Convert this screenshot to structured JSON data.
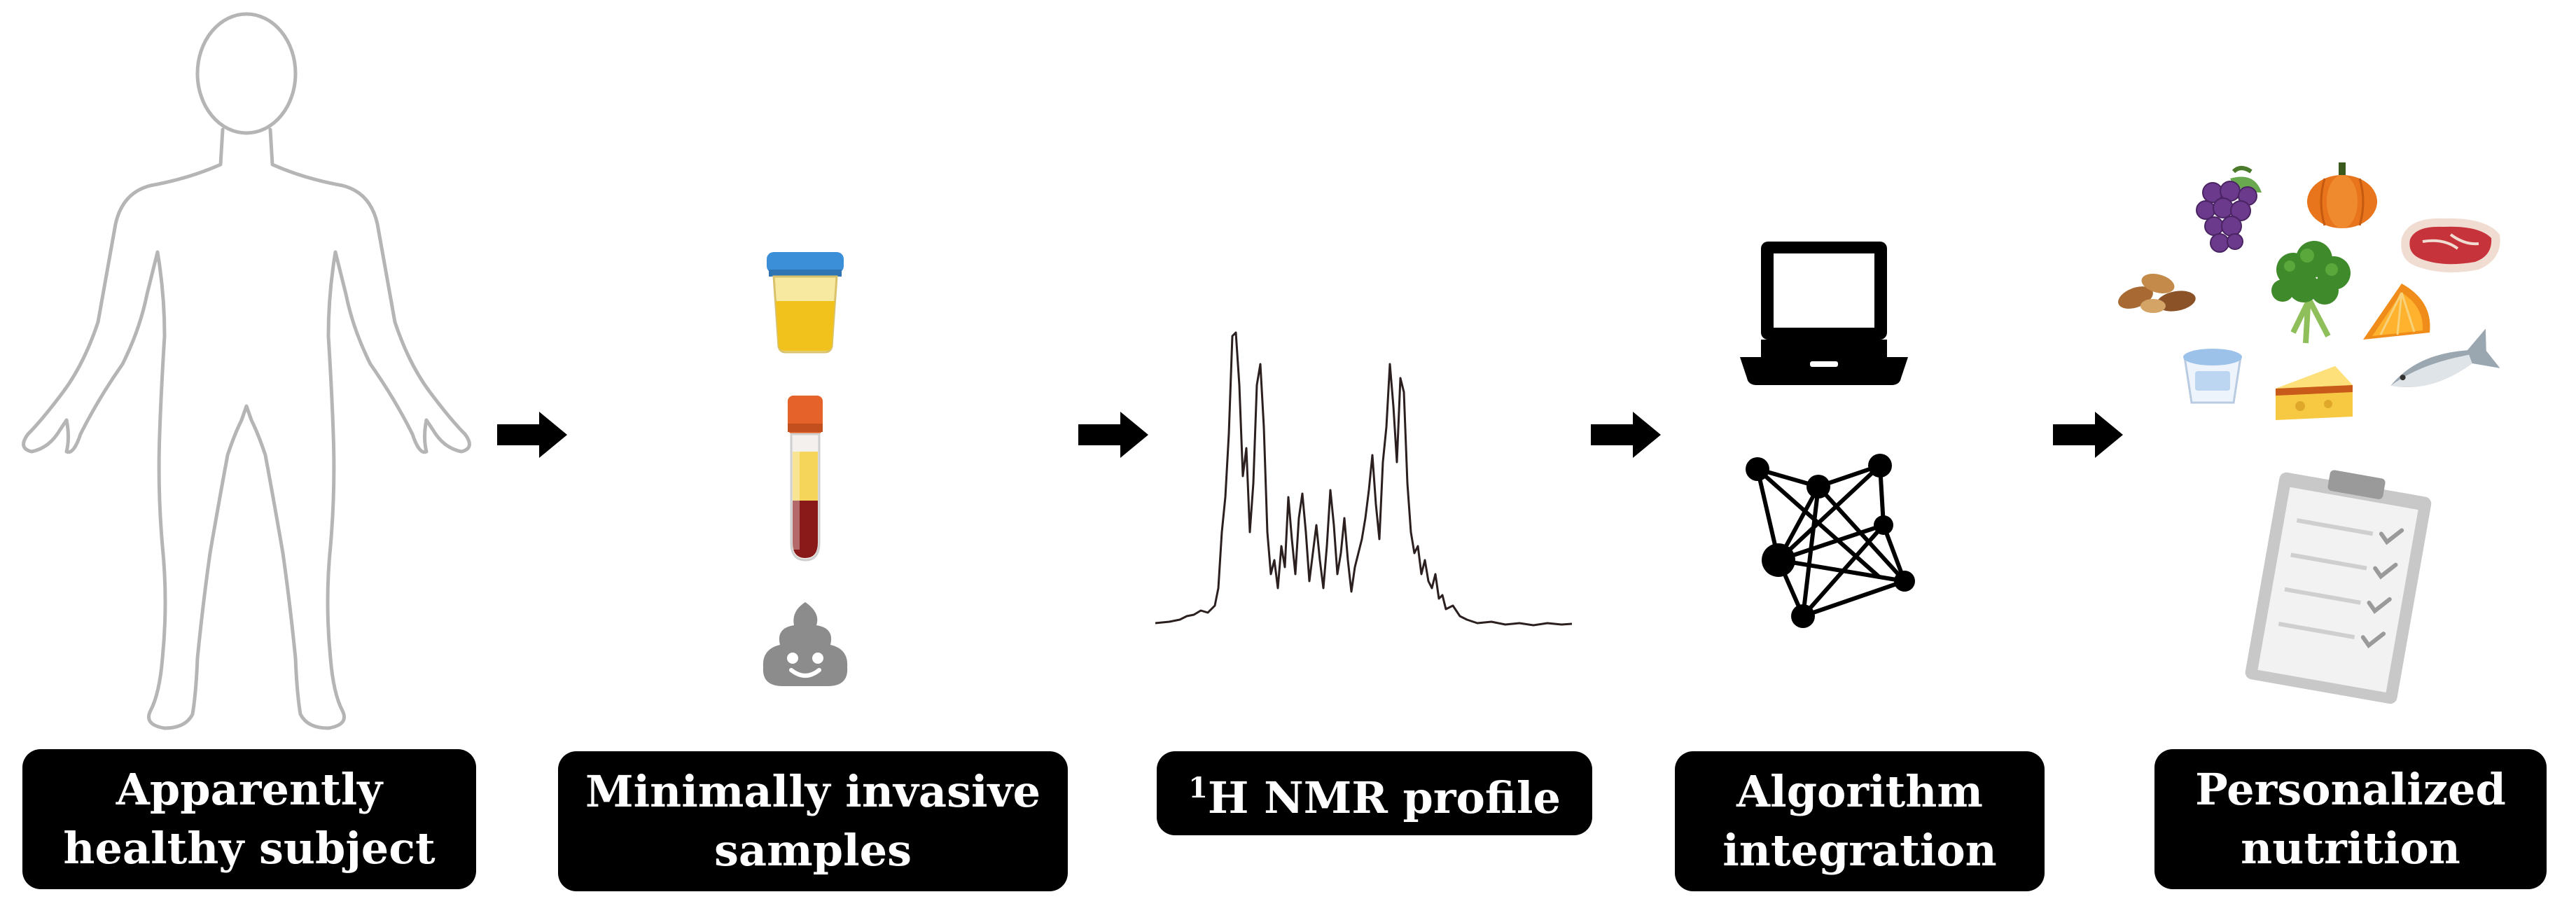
{
  "steps": [
    {
      "id": "subject",
      "line1": "Apparently",
      "line2": "healthy subject"
    },
    {
      "id": "samples",
      "line1": "Minimally invasive",
      "line2": "samples"
    },
    {
      "id": "nmr",
      "sup": "1",
      "line1": "H NMR profile"
    },
    {
      "id": "algorithm",
      "line1": "Algorithm",
      "line2": "integration"
    },
    {
      "id": "nutrition",
      "line1": "Personalized",
      "line2": "nutrition"
    }
  ],
  "icons": {
    "subject": "human-body-outline-icon",
    "samples": [
      "urine-cup-icon",
      "blood-tube-icon",
      "stool-icon"
    ],
    "nmr": "nmr-spectrum-icon",
    "algorithm": [
      "laptop-icon",
      "network-graph-icon"
    ],
    "nutrition": [
      "grapes-icon",
      "pumpkin-icon",
      "steak-icon",
      "nuts-icon",
      "broccoli-icon",
      "orange-slice-icon",
      "yogurt-icon",
      "cheese-icon",
      "fish-icon",
      "clipboard-checklist-icon"
    ]
  },
  "colors": {
    "box": "#000000",
    "box_text": "#ffffff",
    "outline": "#b5b5b5",
    "urine": "#f2c21c",
    "cap_blue": "#3b8fd9",
    "tube_cap": "#e5632a",
    "blood": "#8a1a1a",
    "stool": "#8c8c8c"
  }
}
